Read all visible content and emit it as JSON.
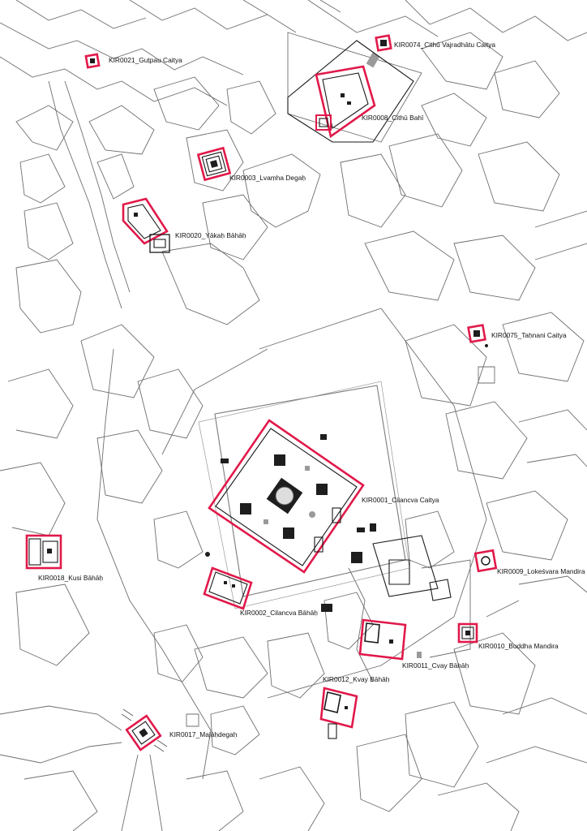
{
  "colors": {
    "highlight": "#e1194a",
    "building_outline": "#6e6e6e",
    "structure": "#1a1a1a",
    "background": "#ffffff"
  },
  "labels": {
    "kir0021": "KIR0021_Guṭpau Caitya",
    "kir0074": "KIR0074_Cithū Vajradhātu Caitya",
    "kir0008": "KIR0008_Cithū Bahī",
    "kir0003": "KIR0003_Lvaṃha Degaḥ",
    "kir0020": "KIR0020_Yākaḥ Bāhāḥ",
    "kir0075": "KIR0075_Taḥnani Caitya",
    "kir0001": "KIR0001_Cilancva Caitya",
    "kir0018": "KIR0018_Kusi Bāhāḥ",
    "kir0009": "KIR0009_Lokeśvara Mandira",
    "kir0002": "KIR0002_Cilancva Bāhāḥ",
    "kir0010": "KIR0010_Buddha Mandira",
    "kir0011": "KIR0011_Cvay Bāhāḥ",
    "kir0012": "KIR0012_Kvay Bāhāḥ",
    "kir0017": "KIR0017_Majāḥdegaḥ"
  }
}
